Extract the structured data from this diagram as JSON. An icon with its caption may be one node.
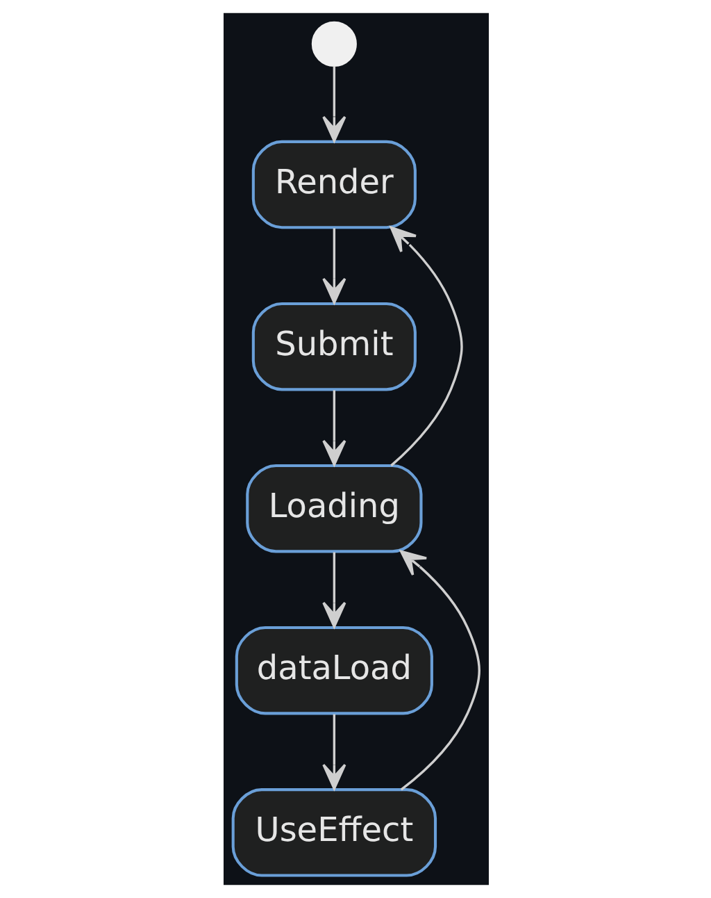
{
  "diagram": {
    "nodes": [
      {
        "text": [],
        "shape": "circle"
      },
      {
        "text": [
          "Render"
        ]
      },
      {
        "text": [
          "Submit"
        ]
      },
      {
        "text": [
          "Loading"
        ]
      },
      {
        "text": [
          "dataLoad"
        ]
      },
      {
        "text": [
          "UseEffect"
        ]
      }
    ],
    "edges": [
      {
        "from": 0,
        "to": 1,
        "arrow": "to"
      },
      {
        "from": 1,
        "to": 2,
        "arrow": "to"
      },
      {
        "from": 2,
        "to": 3,
        "arrow": "to"
      },
      {
        "from": 3,
        "to": 1,
        "arrow": "to"
      },
      {
        "from": 3,
        "to": 4,
        "arrow": "to"
      },
      {
        "from": 4,
        "to": 5,
        "arrow": "to"
      },
      {
        "from": 5,
        "to": 3,
        "arrow": "to"
      }
    ]
  }
}
